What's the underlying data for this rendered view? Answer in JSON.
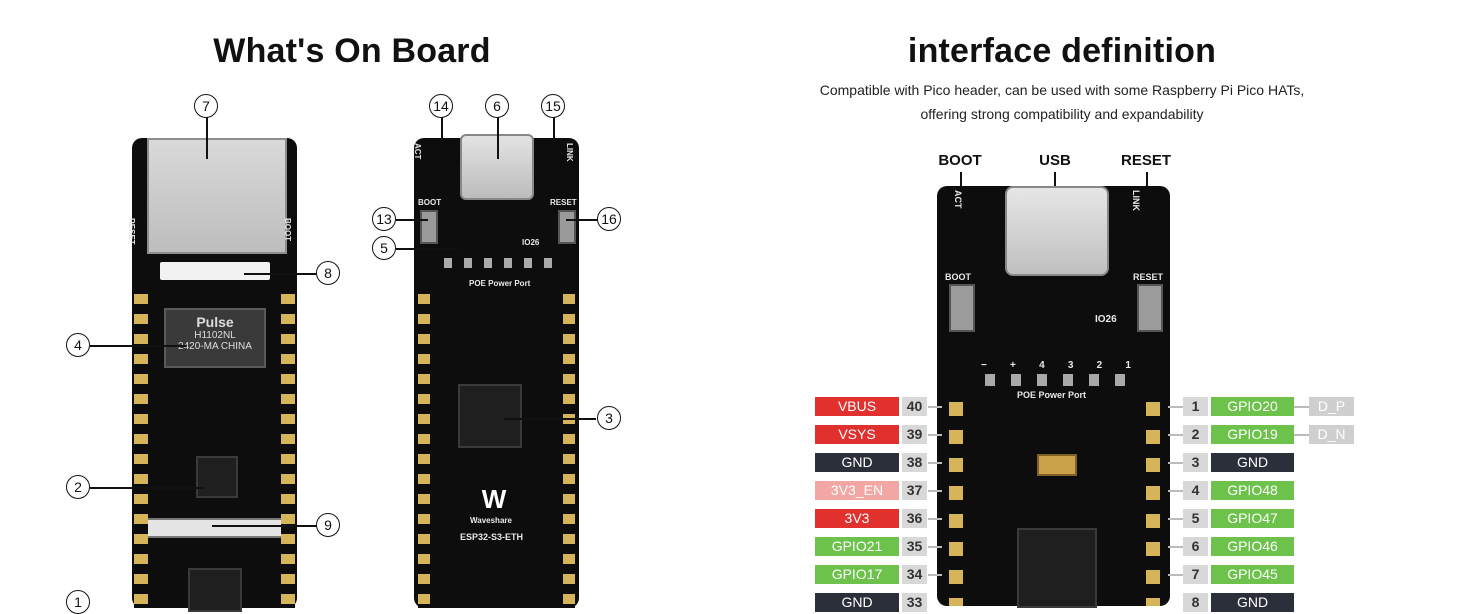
{
  "left_panel": {
    "title": "What's On Board",
    "callouts": [
      "7",
      "14",
      "6",
      "15",
      "13",
      "16",
      "5",
      "8",
      "4",
      "3",
      "2",
      "9",
      "1"
    ],
    "silkscreen": {
      "reset": "RESET",
      "boot": "BOOT",
      "pulse_brand": "Pulse",
      "pulse_model": "H1102NL",
      "pulse_code": "2420-MA CHINA",
      "act": "ACT",
      "link": "LINK",
      "poe_port": "POE Power Port",
      "io26": "IO26",
      "brand": "Waveshare",
      "board_name": "ESP32-S3-ETH",
      "logo": "W"
    }
  },
  "right_panel": {
    "title": "interface definition",
    "subtitle_line1": "Compatible with Pico header, can be used with some Raspberry Pi Pico HATs,",
    "subtitle_line2": "offering strong compatibility and expandability",
    "header_labels": {
      "boot": "BOOT",
      "usb": "USB",
      "reset": "RESET"
    },
    "silkscreen": {
      "poe_port": "POE Power Port",
      "io26": "IO26",
      "act": "ACT",
      "link": "LINK",
      "boot": "BOOT",
      "reset": "RESET"
    },
    "left_pins": [
      {
        "name": "VBUS",
        "num": "40",
        "color": "#e0312e"
      },
      {
        "name": "VSYS",
        "num": "39",
        "color": "#e0312e"
      },
      {
        "name": "GND",
        "num": "38",
        "color": "#2b2f3a"
      },
      {
        "name": "3V3_EN",
        "num": "37",
        "color": "#f2a7a5"
      },
      {
        "name": "3V3",
        "num": "36",
        "color": "#e0312e"
      },
      {
        "name": "GPIO21",
        "num": "35",
        "color": "#6cc24a"
      },
      {
        "name": "GPIO17",
        "num": "34",
        "color": "#6cc24a"
      },
      {
        "name": "GND",
        "num": "33",
        "color": "#2b2f3a"
      }
    ],
    "right_pins": [
      {
        "num": "1",
        "name": "GPIO20",
        "color": "#6cc24a",
        "extra": "D_P"
      },
      {
        "num": "2",
        "name": "GPIO19",
        "color": "#6cc24a",
        "extra": "D_N"
      },
      {
        "num": "3",
        "name": "GND",
        "color": "#2b2f3a",
        "extra": ""
      },
      {
        "num": "4",
        "name": "GPIO48",
        "color": "#6cc24a",
        "extra": ""
      },
      {
        "num": "5",
        "name": "GPIO47",
        "color": "#6cc24a",
        "extra": ""
      },
      {
        "num": "6",
        "name": "GPIO46",
        "color": "#6cc24a",
        "extra": ""
      },
      {
        "num": "7",
        "name": "GPIO45",
        "color": "#6cc24a",
        "extra": ""
      },
      {
        "num": "8",
        "name": "GND",
        "color": "#2b2f3a",
        "extra": ""
      }
    ],
    "poe_pin_labels": [
      "−",
      "+",
      "4",
      "3",
      "2",
      "1"
    ]
  }
}
